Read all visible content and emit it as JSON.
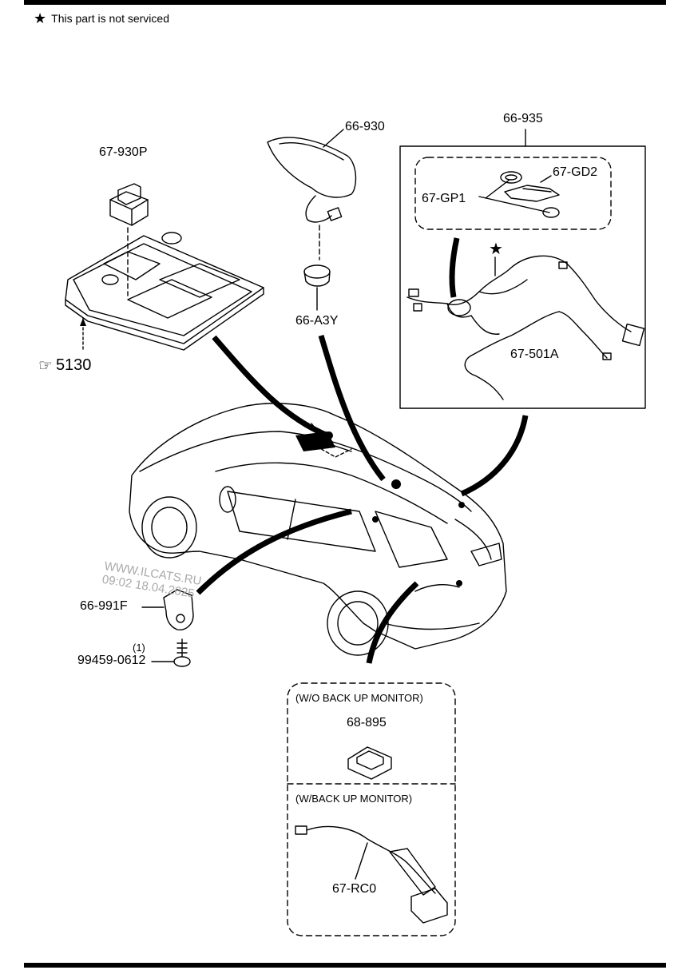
{
  "note": {
    "star_icon": "star-icon",
    "text": "This part is not serviced"
  },
  "parts": {
    "p_67_930P": "67-930P",
    "p_66_930": "66-930",
    "p_66_935": "66-935",
    "p_67_GD2": "67-GD2",
    "p_67_GP1": "67-GP1",
    "p_66_A3Y": "66-A3Y",
    "p_5130": "5130",
    "p_67_501A": "67-501A",
    "p_66_991F": "66-991F",
    "p_qty": "(1)",
    "p_99459_0612": "99459-0612",
    "p_68_895": "68-895",
    "p_67_RC0": "67-RC0"
  },
  "boxes": {
    "wo_backup": "(W/O BACK UP MONITOR)",
    "w_backup": "(W/BACK UP MONITOR)"
  },
  "watermark": {
    "line1": "WWW.ILCATS.RU",
    "line2": "09:02 18.04.2025"
  }
}
